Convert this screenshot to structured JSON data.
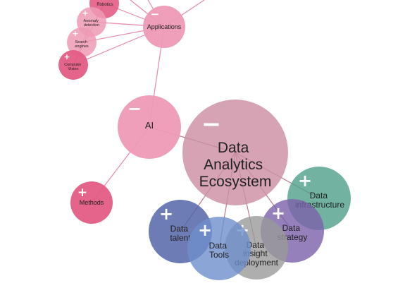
{
  "colors": {
    "ai_branch": "#e35c85",
    "ai_branch_light": "#ee9ab5",
    "hub": "#cc8fa3",
    "talent": "#5565a8",
    "tools": "#6e8fcc",
    "insight": "#9a9a9a",
    "strategy": "#7b60aa",
    "infrastructure": "#4f9f8a",
    "edge_ai": "#e58aa8",
    "edge_hub": "#b97b92"
  },
  "nodes": {
    "robotics": {
      "label": "Robotics",
      "toggle": ""
    },
    "anomaly": {
      "label": "Anomaly detection",
      "toggle": "+"
    },
    "search": {
      "label": "Search engines",
      "toggle": "+"
    },
    "vision": {
      "label": "Computer Vision",
      "toggle": "+"
    },
    "applications": {
      "label": "Applications",
      "toggle": "−"
    },
    "ai": {
      "label": "AI",
      "toggle": "−"
    },
    "methods": {
      "label": "Methods",
      "toggle": "+"
    },
    "hub": {
      "label": "Data Analytics Ecosystem",
      "toggle": "−"
    },
    "talent": {
      "label": "Data talent",
      "toggle": "+"
    },
    "tools": {
      "label": "Data Tools",
      "toggle": "+"
    },
    "insight": {
      "label": "Data insight deployment",
      "toggle": "+"
    },
    "strategy": {
      "label": "Data strategy",
      "toggle": "+"
    },
    "infrastructure": {
      "label": "Data infrastructure",
      "toggle": "+"
    }
  }
}
